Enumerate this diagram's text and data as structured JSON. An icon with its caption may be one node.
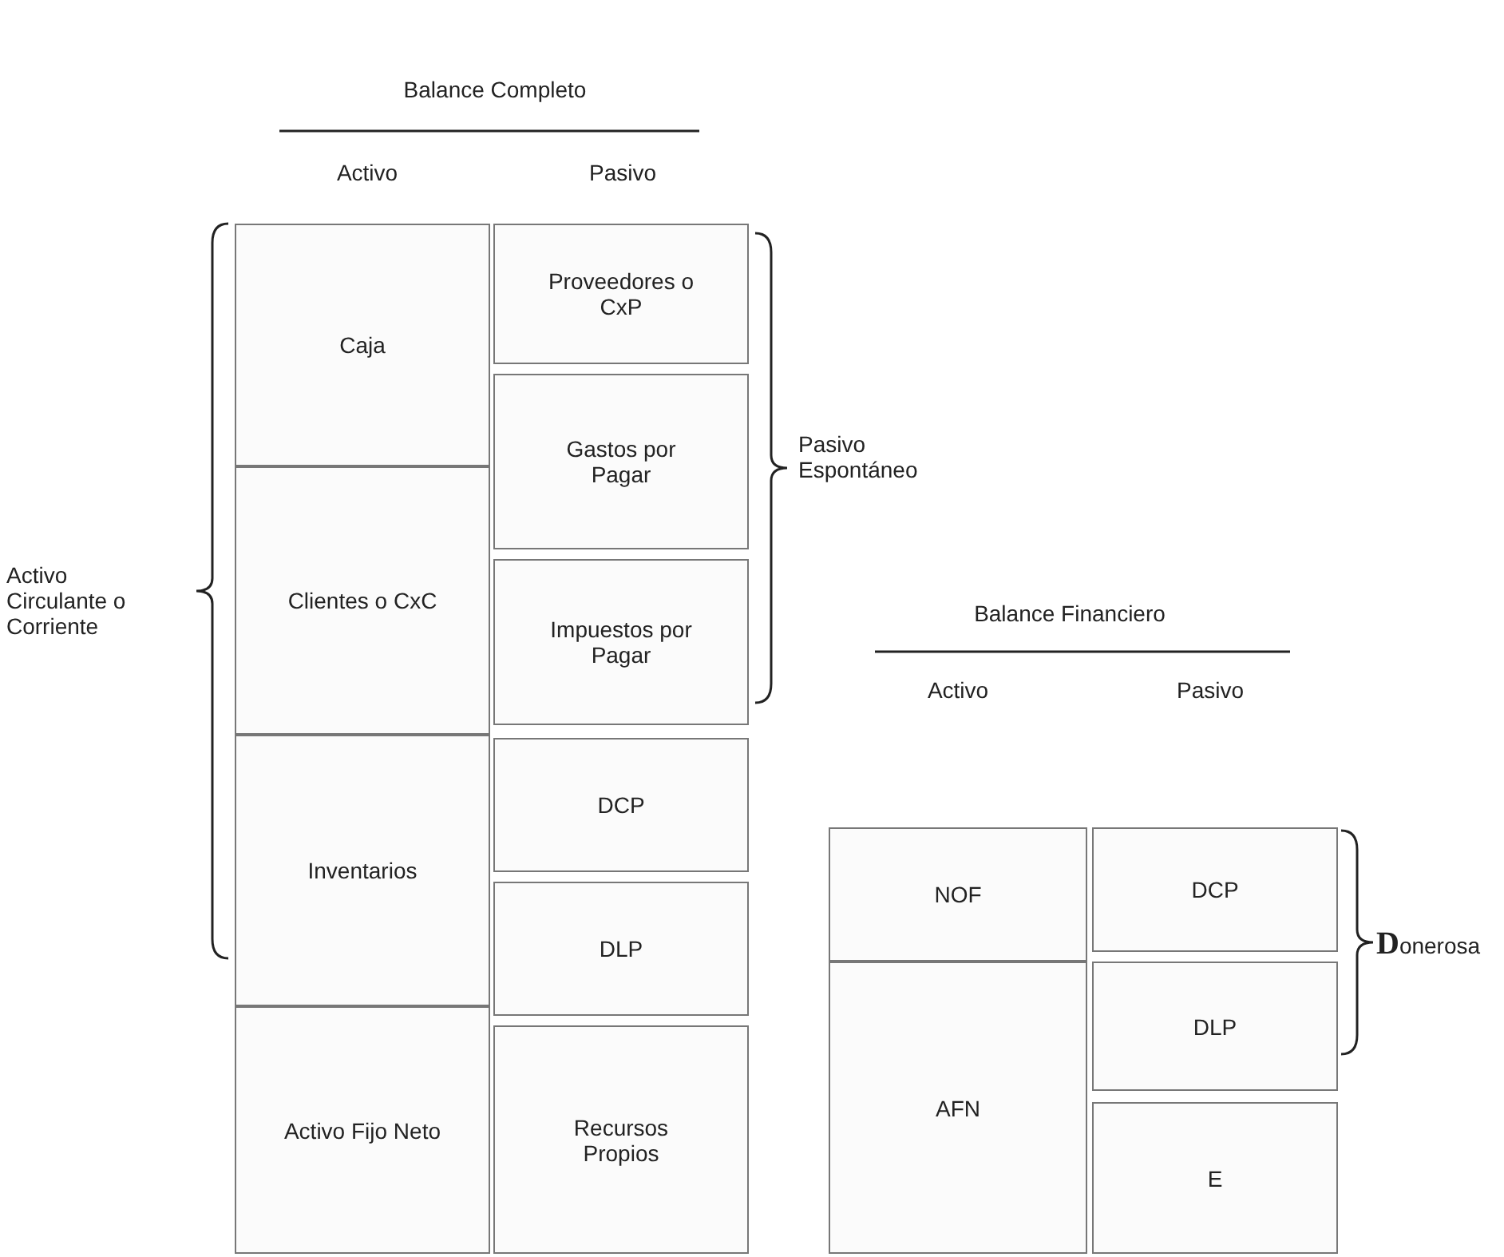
{
  "diagram": {
    "nodes": [
      {
        "text": [
          "Caja"
        ]
      },
      {
        "text": [
          "Proveedores o CxP"
        ]
      },
      {
        "text": [
          "Gastos por Pagar"
        ]
      },
      {
        "text": [
          "Clientes o CxC"
        ]
      },
      {
        "text": [
          "Impuestos por Pagar"
        ]
      },
      {
        "text": [
          "Inventarios"
        ]
      },
      {
        "text": [
          "DCP"
        ]
      },
      {
        "text": [
          "DLP"
        ]
      },
      {
        "text": [
          "Activo Fijo Neto"
        ]
      },
      {
        "text": [
          "Recursos Propios"
        ]
      },
      {
        "text": [
          "NOF"
        ]
      },
      {
        "text": [
          "DCP"
        ]
      },
      {
        "text": [
          "DLP"
        ]
      },
      {
        "text": [
          "AFN"
        ]
      },
      {
        "text": [
          "E"
        ]
      }
    ],
    "labels": [
      "Balance Completo",
      "Activo",
      "Pasivo",
      "Activo Circulante o Corriente",
      "Pasivo Espontáneo",
      "Balance Financiero",
      "Activo",
      "Pasivo",
      "Donerosa"
    ]
  }
}
